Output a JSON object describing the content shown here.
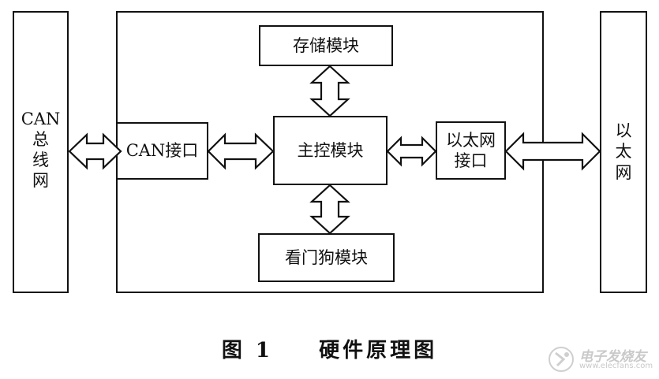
{
  "diagram": {
    "can_bus_network": [
      "CAN",
      "总",
      "线",
      "网"
    ],
    "ethernet_network": [
      "以",
      "太",
      "网"
    ],
    "storage_module": "存储模块",
    "main_control_module": "主控模块",
    "watchdog_module": "看门狗模块",
    "can_interface": "CAN接口",
    "ethernet_interface": [
      "以太网",
      "接口"
    ]
  },
  "caption": {
    "figure_number": "图 1",
    "title": "硬件原理图"
  },
  "watermark": {
    "name": "电子发烧友",
    "url": "www.elecfans.com"
  }
}
